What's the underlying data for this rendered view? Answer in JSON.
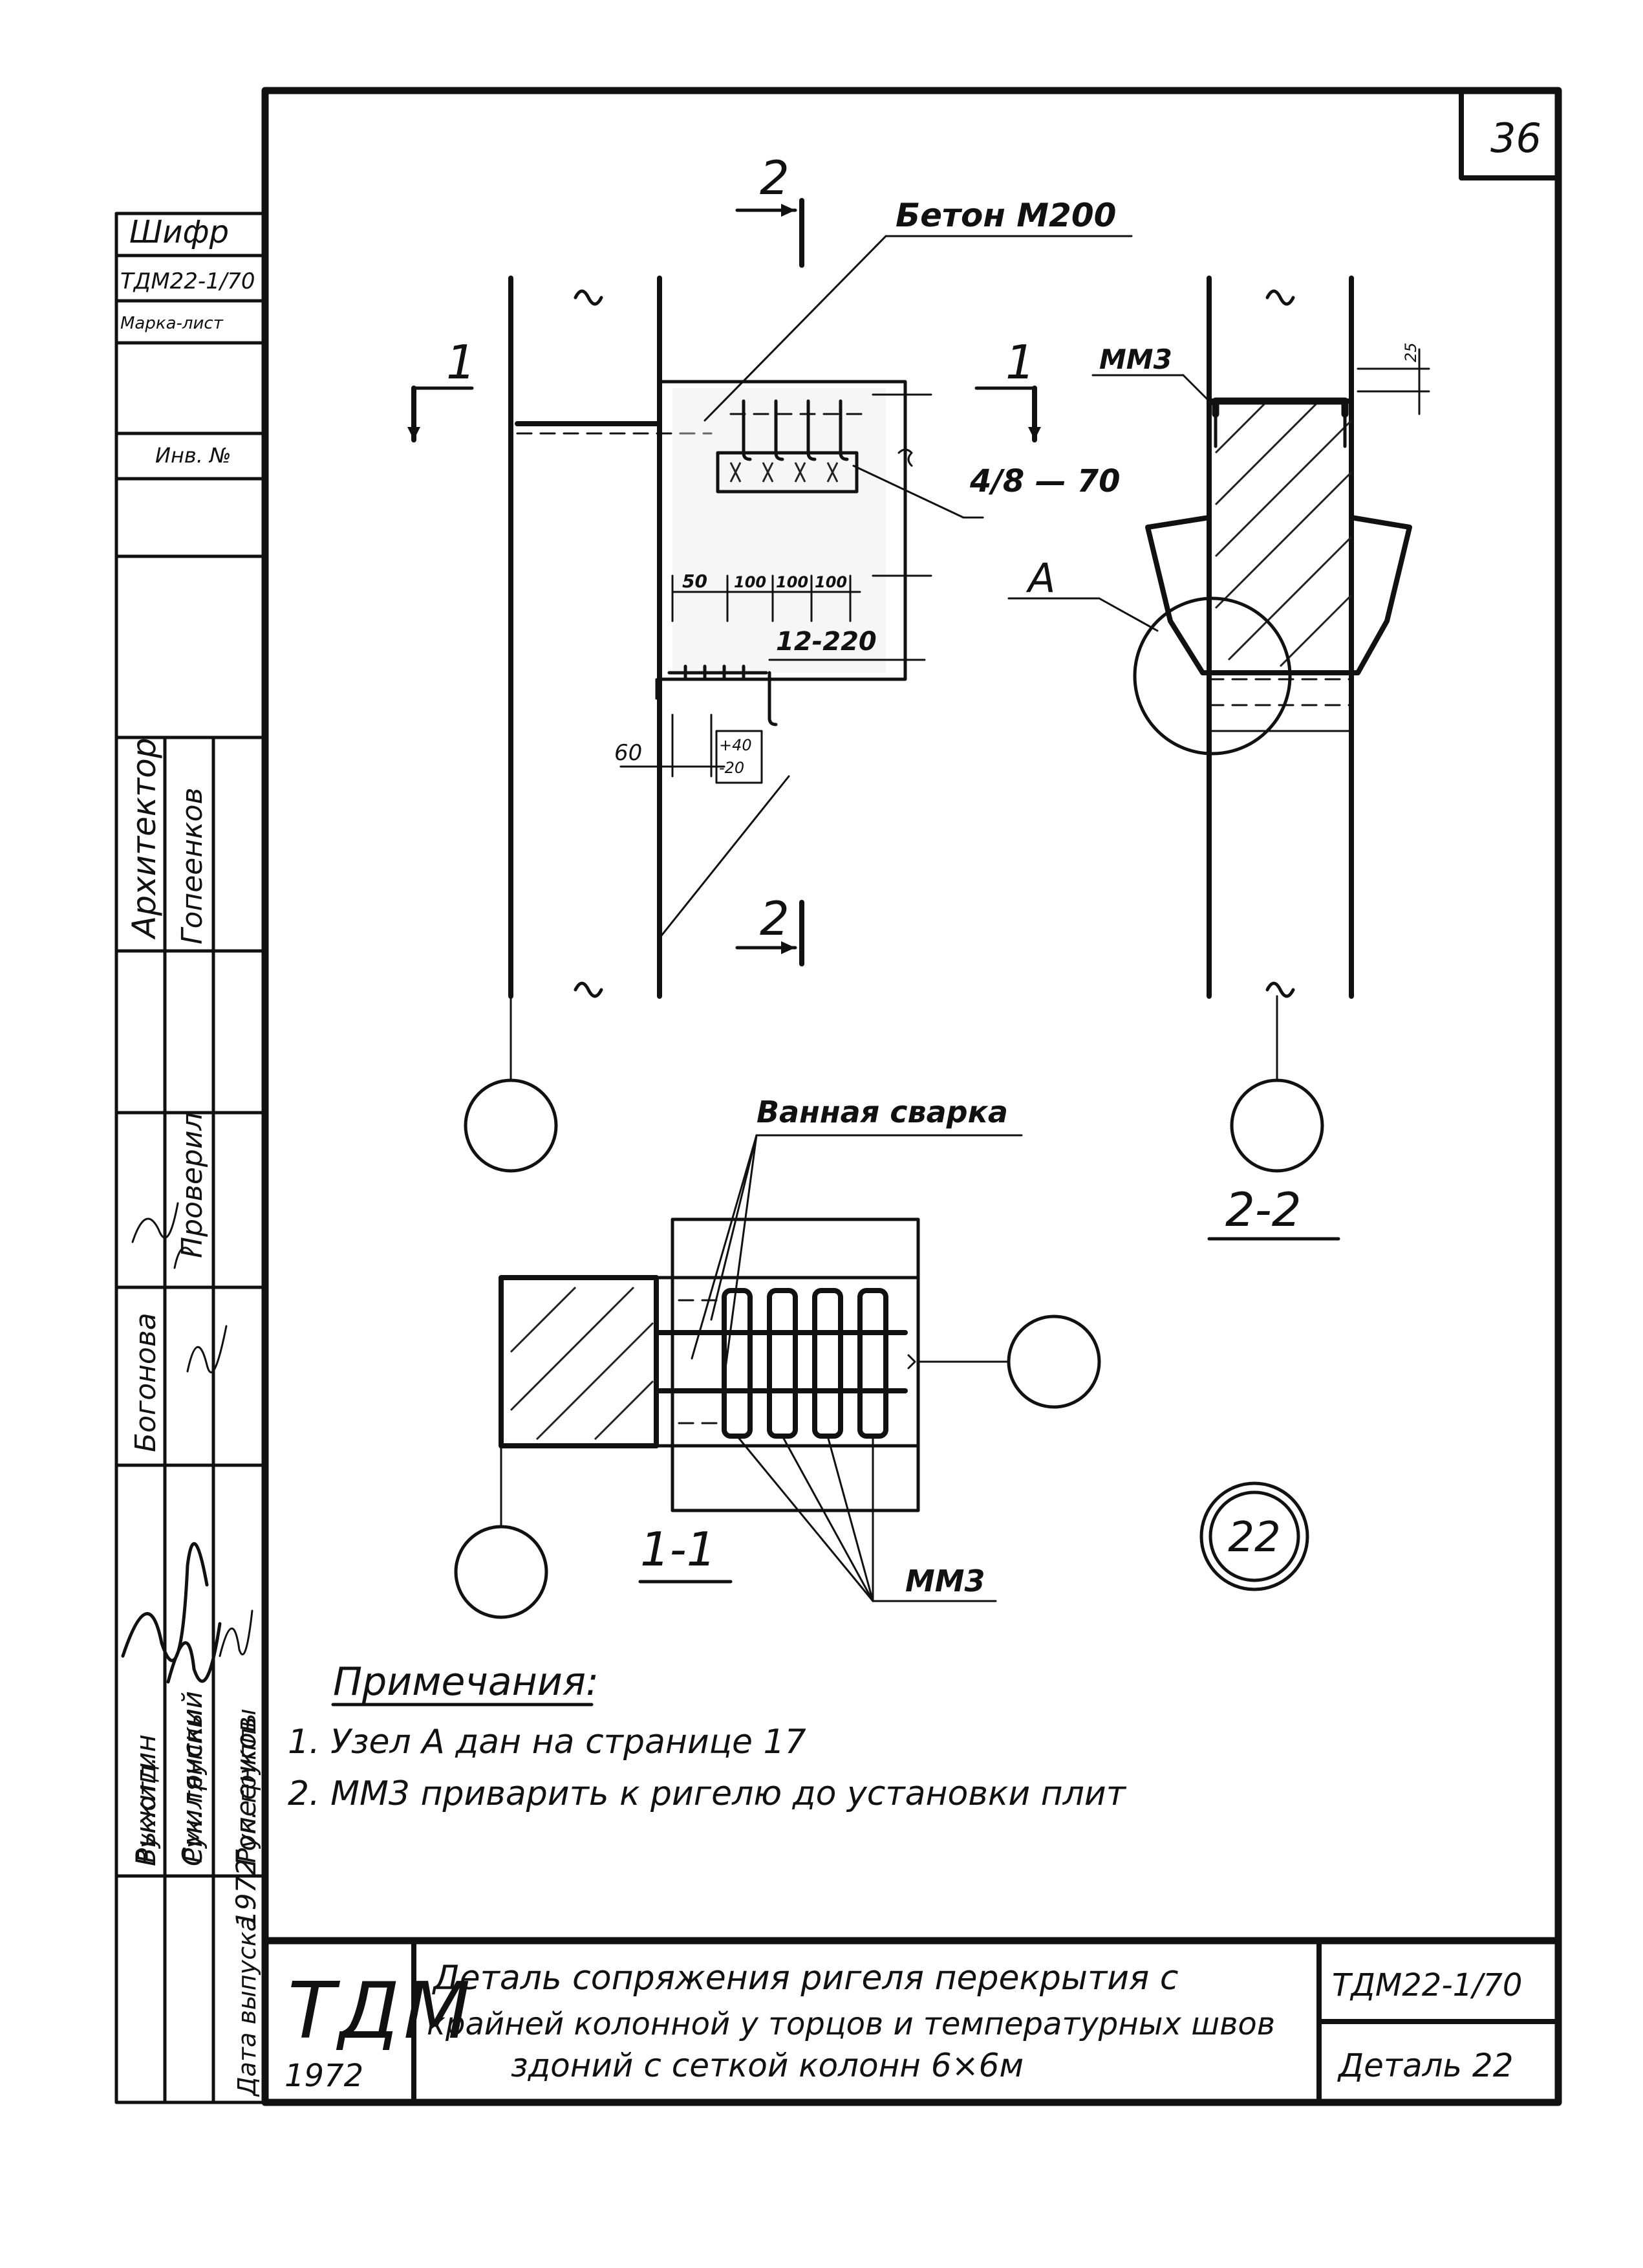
{
  "sheet": {
    "page_number": "36",
    "side_stamp": {
      "cipher_label": "Шифр",
      "cipher_value": "ТДМ22-1/70",
      "sheet_mark_label": "Марка-лист",
      "inventory_label": "Инв. №"
    },
    "signature_table": [
      {
        "role": "Архитектор",
        "name": "Богонова"
      },
      {
        "role": "Проверил",
        "name": "Гопеенков"
      },
      {
        "role": "Рук.отд.",
        "name": "Выжигин"
      },
      {
        "role": "Рук. группы",
        "name": "Смилянский"
      },
      {
        "role": "Рук. группы",
        "name": "Гопеенков"
      },
      {
        "role": "Дата выпуска",
        "name": "1972"
      }
    ]
  },
  "drawing": {
    "labels": {
      "concrete": "Бетон М200",
      "section_mark_1": "1",
      "section_mark_2": "2",
      "rebar_spacing": "4/8 — 70",
      "dim_50": "50",
      "dim_100a": "100",
      "dim_100b": "100",
      "dim_100c": "100",
      "rebar_12": "12-220",
      "dim_60": "60",
      "tol_plus": "+40",
      "tol_minus": "-20",
      "mm3_top": "ММ3",
      "dim_25": "25",
      "node_a": "А",
      "section_2_2": "2-2",
      "bath_weld": "Ванная сварка",
      "section_1_1": "1-1",
      "mm3_bottom": "ММ3",
      "detail_number": "22"
    }
  },
  "notes": {
    "title": "Примечания:",
    "items": [
      "1. Узел А дан на странице 17",
      "2. ММ3 приварить к ригелю до установки плит"
    ]
  },
  "title_block": {
    "logo": "ТДМ",
    "year": "1972",
    "title_line1": "Деталь сопряжения ригеля перекрытия с",
    "title_line2": "крайней колонной у торцов и температурных швов",
    "title_line3": "здоний с сеткой колонн 6×6м",
    "code": "ТДМ22-1/70",
    "detail": "Деталь 22"
  }
}
